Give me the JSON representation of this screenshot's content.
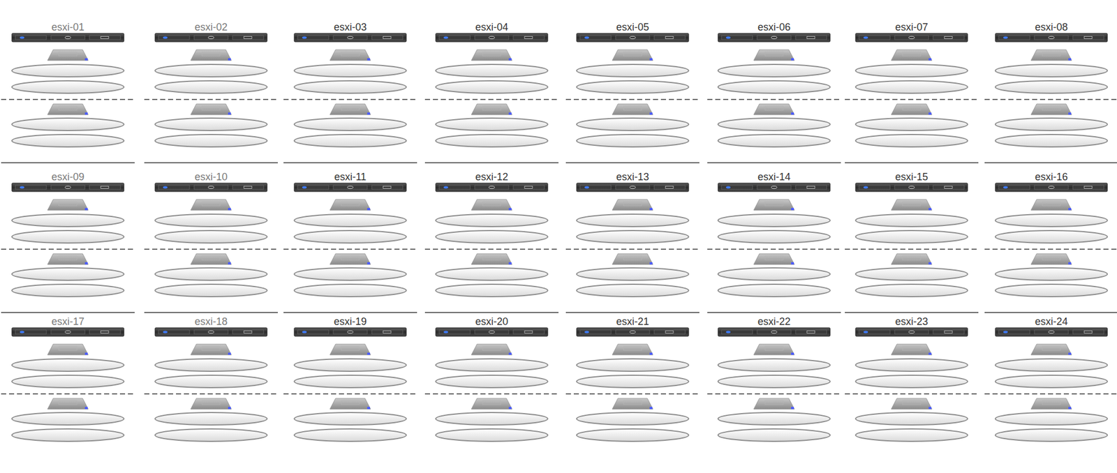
{
  "diagram": {
    "nodes": [
      {
        "text": [
          "esxi-01"
        ]
      },
      {
        "text": [
          "esxi-02"
        ]
      },
      {
        "text": [
          "esxi-03"
        ]
      },
      {
        "text": [
          "esxi-04"
        ]
      },
      {
        "text": [
          "esxi-05"
        ]
      },
      {
        "text": [
          "esxi-06"
        ]
      },
      {
        "text": [
          "esxi-07"
        ]
      },
      {
        "text": [
          "esxi-08"
        ]
      },
      {
        "text": [
          "esxi-09"
        ]
      },
      {
        "text": [
          "esxi-10"
        ]
      },
      {
        "text": [
          "esxi-11"
        ]
      },
      {
        "text": [
          "esxi-12"
        ]
      },
      {
        "text": [
          "esxi-13"
        ]
      },
      {
        "text": [
          "esxi-14"
        ]
      },
      {
        "text": [
          "esxi-15"
        ]
      },
      {
        "text": [
          "esxi-16"
        ]
      },
      {
        "text": [
          "esxi-17"
        ]
      },
      {
        "text": [
          "esxi-18"
        ]
      },
      {
        "text": [
          "esxi-19"
        ]
      },
      {
        "text": [
          "esxi-20"
        ]
      },
      {
        "text": [
          "esxi-21"
        ]
      },
      {
        "text": [
          "esxi-22"
        ]
      },
      {
        "text": [
          "esxi-23"
        ]
      },
      {
        "text": [
          "esxi-24"
        ]
      }
    ]
  }
}
